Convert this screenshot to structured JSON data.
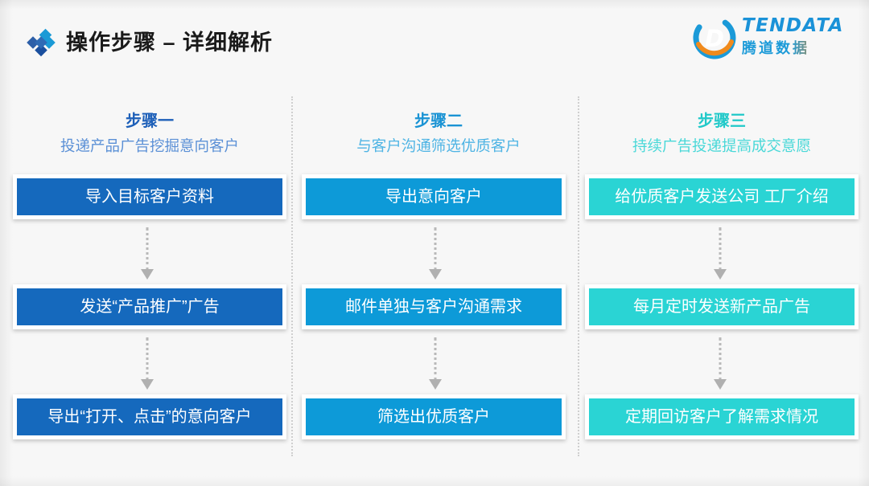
{
  "header": {
    "title": "操作步骤 – 详细解析",
    "bullet_icon": "diamond-cluster-icon"
  },
  "logo": {
    "mark_icon": "tendata-circle-d-icon",
    "name_en": "TENDATA",
    "name_cn": "腾道数据",
    "colors": {
      "blue": "#1b9ad8",
      "orange": "#f08a1c"
    }
  },
  "colors": {
    "col1_box": "#1569bd",
    "col2_box": "#0d9ad8",
    "col3_box": "#2ad4d4",
    "col1_heading": "#1d5fb8",
    "col2_heading": "#1a93d4",
    "col3_heading": "#21c9c9",
    "background": "#f7f7f7",
    "divider": "#cfcfcf",
    "arrow": "#b0b0b0"
  },
  "columns": [
    {
      "step": "步骤一",
      "subtitle": "投递产品广告挖掘意向客户",
      "boxes": [
        "导入目标客户资料",
        "发送“产品推广”广告",
        "导出“打开、点击”的意向客户"
      ]
    },
    {
      "step": "步骤二",
      "subtitle": "与客户沟通筛选优质客户",
      "boxes": [
        "导出意向客户",
        "邮件单独与客户沟通需求",
        "筛选出优质客户"
      ]
    },
    {
      "step": "步骤三",
      "subtitle": "持续广告投递提高成交意愿",
      "boxes": [
        "给优质客户发送公司 工厂介绍",
        "每月定时发送新产品广告",
        "定期回访客户了解需求情况"
      ]
    }
  ]
}
